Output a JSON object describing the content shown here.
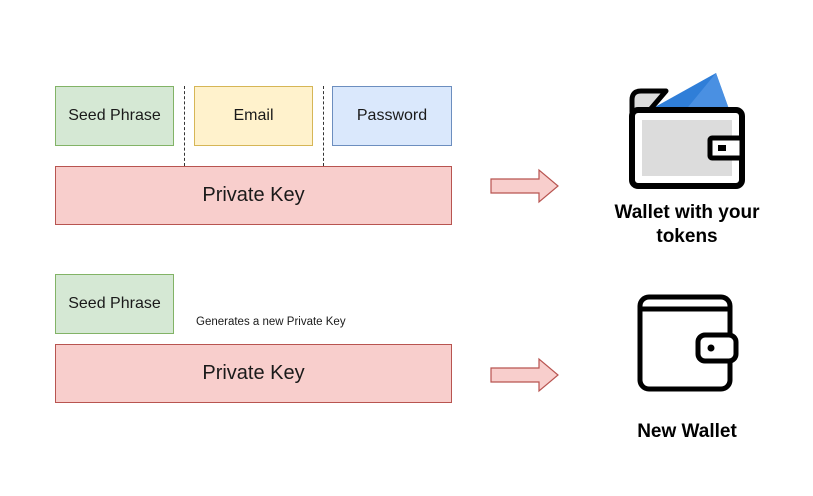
{
  "colors": {
    "seed_fill": "#d5e8d4",
    "seed_stroke": "#82b366",
    "email_fill": "#fff2cc",
    "email_stroke": "#d6b656",
    "password_fill": "#dae8fc",
    "password_stroke": "#6c8ebf",
    "private_key_fill": "#f8cecc",
    "private_key_stroke": "#b85450",
    "card_blue": "#2f7ed8"
  },
  "top": {
    "seed_label": "Seed Phrase",
    "email_label": "Email",
    "password_label": "Password",
    "private_key_label": "Private Key",
    "wallet_caption_line1": "Wallet with your",
    "wallet_caption_line2": "tokens",
    "wallet_icon": "wallet-with-card-icon",
    "arrow_icon": "arrow-right-icon"
  },
  "bottom": {
    "seed_label": "Seed Phrase",
    "note": "Generates a new Private Key",
    "private_key_label": "Private Key",
    "wallet_caption": "New Wallet",
    "wallet_icon": "empty-wallet-icon",
    "arrow_icon": "arrow-right-icon"
  }
}
